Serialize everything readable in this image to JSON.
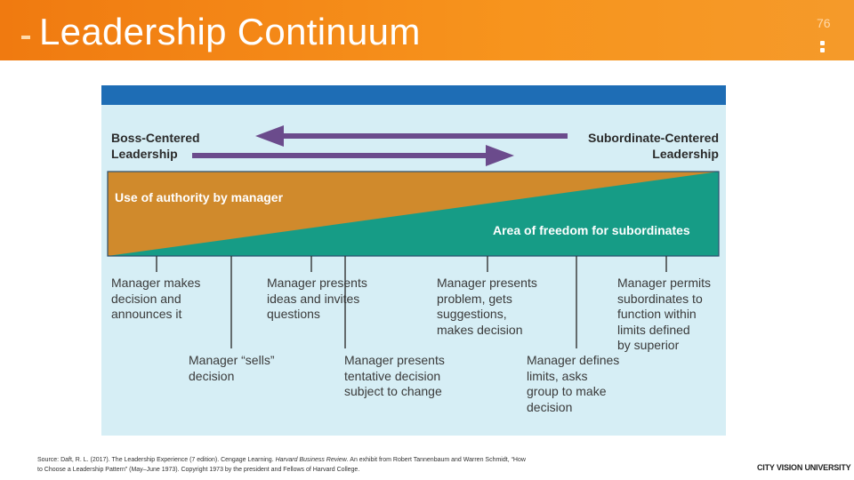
{
  "header": {
    "title": "Leadership Continuum",
    "page_number": "76"
  },
  "diagram": {
    "left_pole": "Boss-Centered\nLeadership",
    "right_pole": "Subordinate-Centered\nLeadership",
    "authority_label": "Use of authority by manager",
    "freedom_label": "Area of freedom for subordinates",
    "behaviors_top": [
      "Manager makes\ndecision and\nannounces it",
      "Manager presents\nideas and invites\nquestions",
      "Manager presents\nproblem, gets\nsuggestions,\nmakes decision",
      "Manager permits\nsubordinates to\nfunction within\nlimits defined\nby superior"
    ],
    "behaviors_bottom": [
      "Manager “sells”\ndecision",
      "Manager presents\ntentative decision\nsubject to change",
      "Manager defines\nlimits, asks\ngroup to make\ndecision"
    ],
    "colors": {
      "authority": "#d08a2c",
      "freedom": "#169c86",
      "arrow": "#6b4b8c",
      "background": "#d6eef5",
      "top_bar": "#1e6db5"
    }
  },
  "source": {
    "line1_pre": "Source: Daft, R. L. (2017). The Leadership Experience (7 edition). Cengage Learning.",
    "journal": "Harvard Business Review",
    "line1_post": ". An exhibit from Robert Tannenbaum and Warren Schmidt, “How",
    "line2": "to Choose a Leadership Pattern” (May–June 1973). Copyright 1973 by the president and Fellows of Harvard College."
  },
  "logo": "CITY VISION UNIVERSITY"
}
